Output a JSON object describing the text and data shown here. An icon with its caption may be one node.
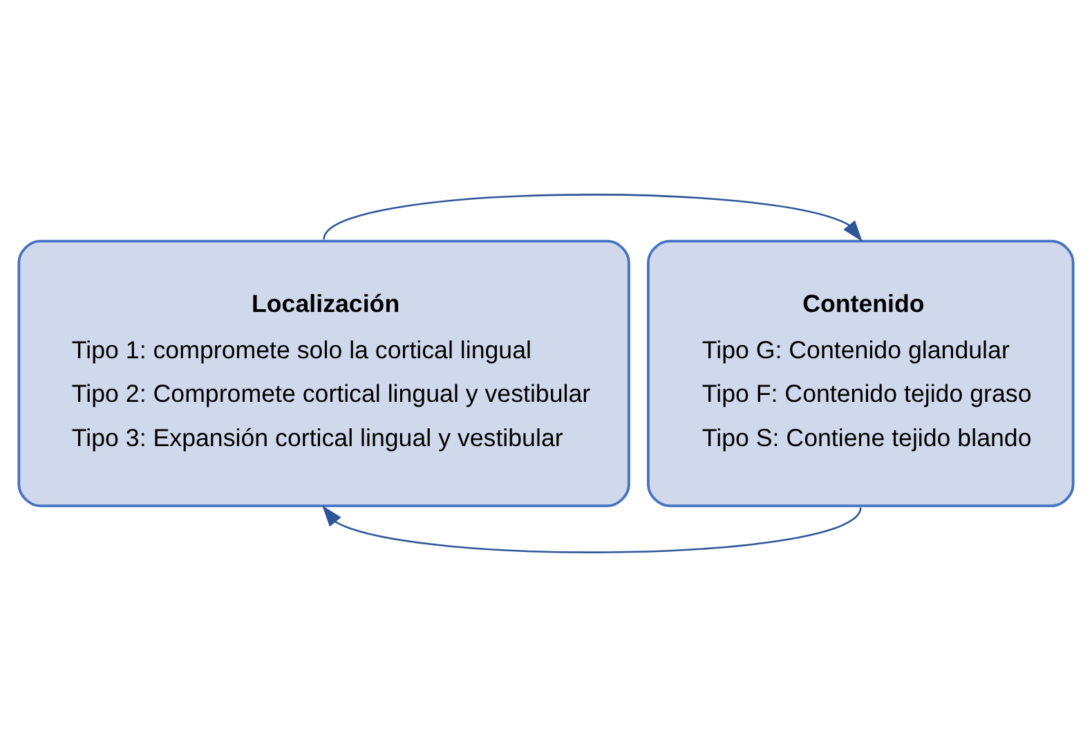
{
  "diagram": {
    "nodes": [
      {
        "text": [
          "Localización",
          "Tipo 1: compromete solo la cortical lingual",
          "Tipo 2: Compromete cortical lingual y vestibular",
          "Tipo 3: Expansión cortical lingual y vestibular"
        ]
      },
      {
        "text": [
          "Contenido",
          "Tipo G: Contenido glandular",
          "Tipo F: Contenido tejido graso",
          "Tipo S: Contiene tejido blando"
        ]
      }
    ],
    "edges": [
      {
        "from": 0,
        "to": 1,
        "arrow": "to"
      },
      {
        "from": 1,
        "to": 0,
        "arrow": "to"
      }
    ]
  }
}
